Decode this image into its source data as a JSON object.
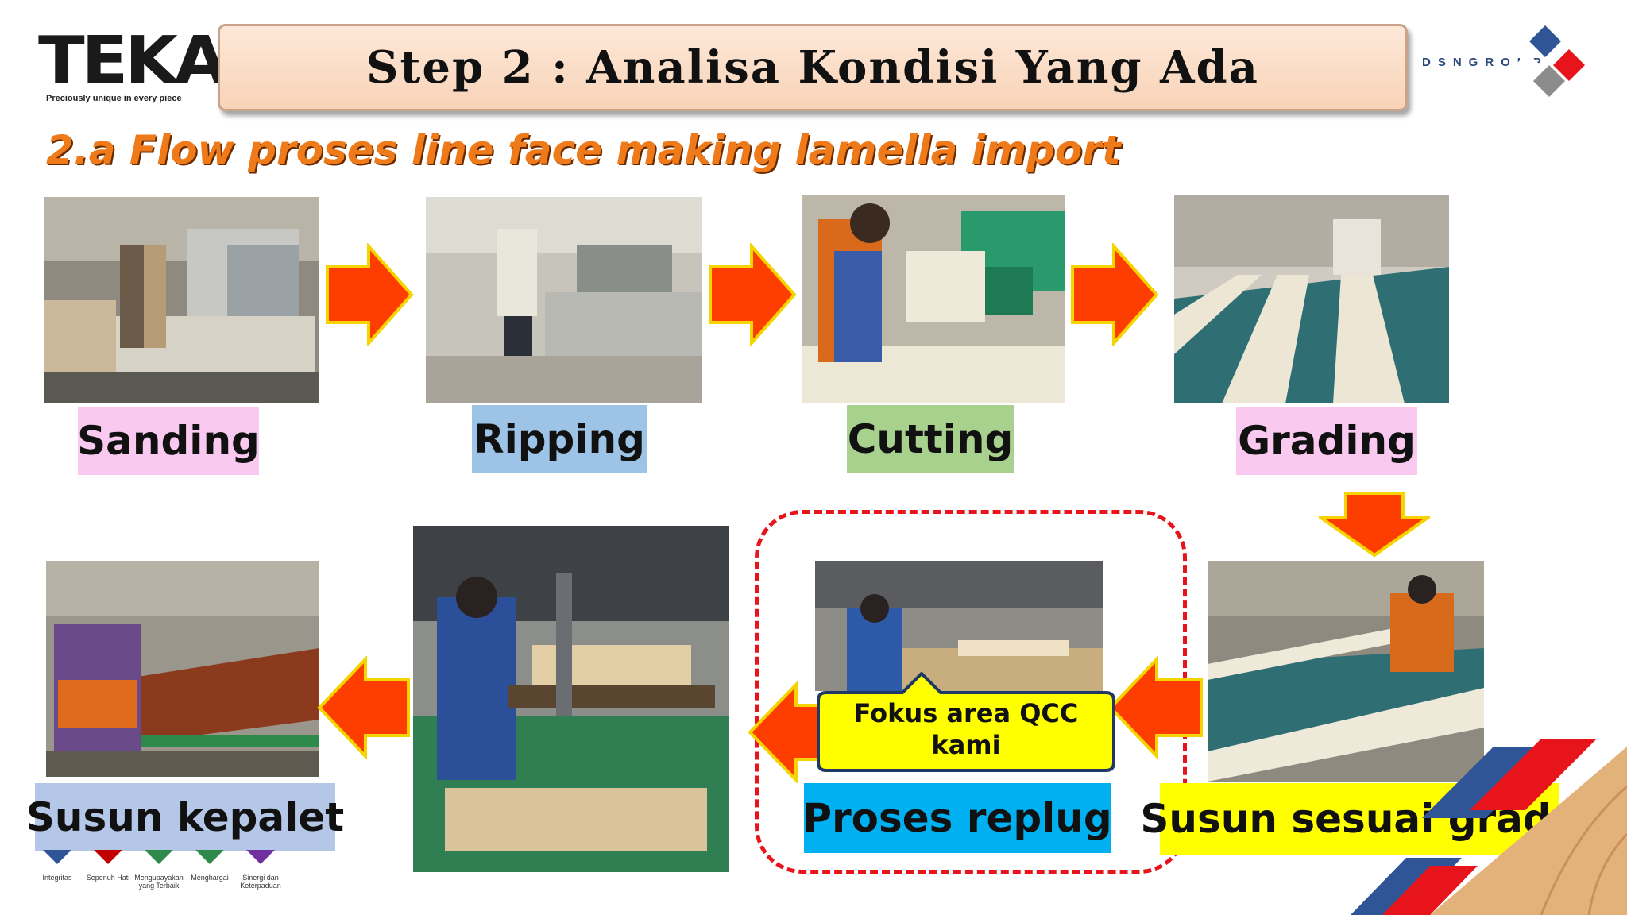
{
  "header": {
    "logo_word": "TEKA",
    "logo_tagline": "Preciously unique in every piece",
    "title": "Step 2 : Analisa Kondisi Yang Ada",
    "group_logo": "DSNGROUP"
  },
  "subtitle": "2.a Flow proses line face making lamella import",
  "steps": [
    {
      "label": "Sanding",
      "color": "#f9c9ef"
    },
    {
      "label": "Ripping",
      "color": "#9dc3e6"
    },
    {
      "label": "Cutting",
      "color": "#a9d18e"
    },
    {
      "label": "Grading",
      "color": "#f9c9ef"
    },
    {
      "label": "Susun sesuai grade",
      "color": "#ffff00"
    },
    {
      "label": "Proses replug",
      "color": "#00b0f0"
    },
    {
      "label": "Susun kepalet",
      "color": "#b4c7e7"
    }
  ],
  "callout": {
    "line1": "Fokus area QCC",
    "line2": "kami"
  },
  "values": [
    {
      "label": "Integritas"
    },
    {
      "label": "Sepenuh Hati"
    },
    {
      "label": "Mengupayakan yang Terbaik"
    },
    {
      "label": "Menghargai"
    },
    {
      "label": "Sinergi dan Keterpaduan"
    }
  ],
  "colors": {
    "arrow": "#fe3d00",
    "arrow_outline": "#f5d400",
    "focus_border": "#e8141b",
    "callout_fill": "#ffff00",
    "callout_border": "#1f3864"
  }
}
